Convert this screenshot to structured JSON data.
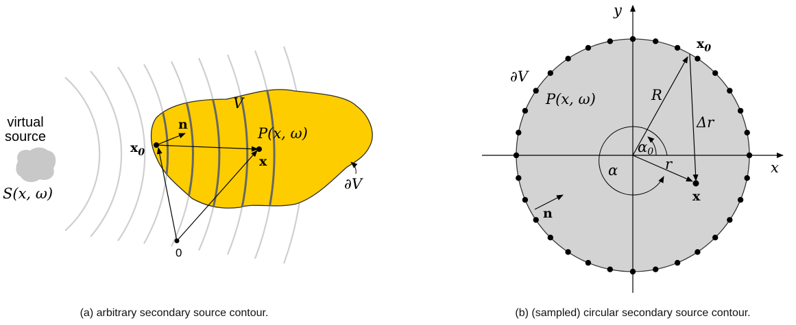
{
  "panel_a": {
    "caption": "(a)  arbitrary secondary source contour.",
    "virtual_source_line1": "virtual",
    "virtual_source_line2": "source",
    "source_label": "S(x, ω)",
    "volume_label": "V",
    "boundary_label": "∂V",
    "field_label": "P(x, ω)",
    "point_x0": "x",
    "point_x0_sub": "0",
    "point_x": "x",
    "normal_label": "n",
    "origin_label": "0",
    "colors": {
      "region_fill": "#fdcd00",
      "wavefront": "#cfcfcf",
      "wavefront_inside": "#666666"
    }
  },
  "panel_b": {
    "caption": "(b)  (sampled) circular secondary source contour.",
    "axis_x": "x",
    "axis_y": "y",
    "boundary_label": "∂V",
    "field_label": "P(x, ω)",
    "radius_label": "R",
    "delta_r_label": "Δr",
    "r_label": "r",
    "alpha_label": "α",
    "alpha0_label": "α",
    "alpha0_sub": "0",
    "point_x0": "x",
    "point_x0_sub": "0",
    "point_x": "x",
    "normal_label": "n",
    "secondary_source_count": 32,
    "colors": {
      "disk_fill": "#d3d3d3"
    }
  }
}
